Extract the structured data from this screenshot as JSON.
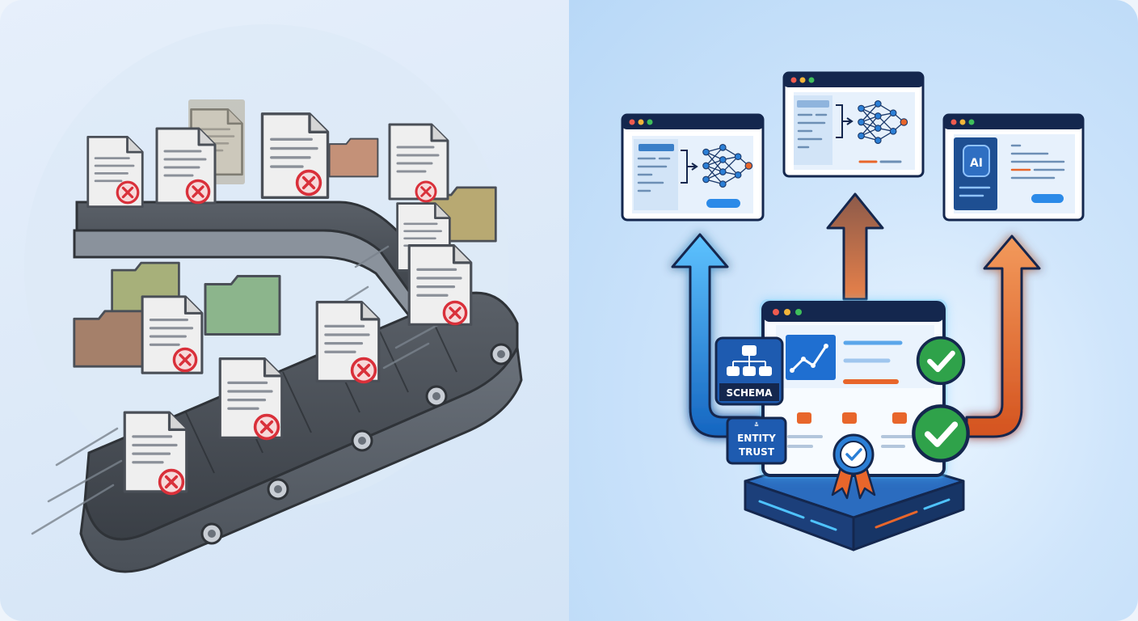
{
  "panels": {
    "left": {
      "name": "rejected-content-conveyor"
    },
    "right": {
      "name": "ai-structured-content-hub"
    }
  },
  "labels": {
    "schema": "SCHEMA",
    "entity_trust_line1": "ENTITY",
    "entity_trust_line2": "TRUST",
    "ai": "AI"
  },
  "icons": {
    "rejected": "x-circle-icon",
    "approved": "check-circle-icon",
    "badge": "verified-ribbon-icon",
    "schema": "sitemap-icon",
    "chart": "line-chart-icon",
    "network": "neural-network-icon"
  },
  "colors": {
    "reject_red": "#d9303a",
    "approve_green": "#2fa24a",
    "accent_blue": "#1e88e5",
    "accent_orange": "#e8662b",
    "belt_dark": "#3c4148",
    "navy": "#14274e"
  }
}
